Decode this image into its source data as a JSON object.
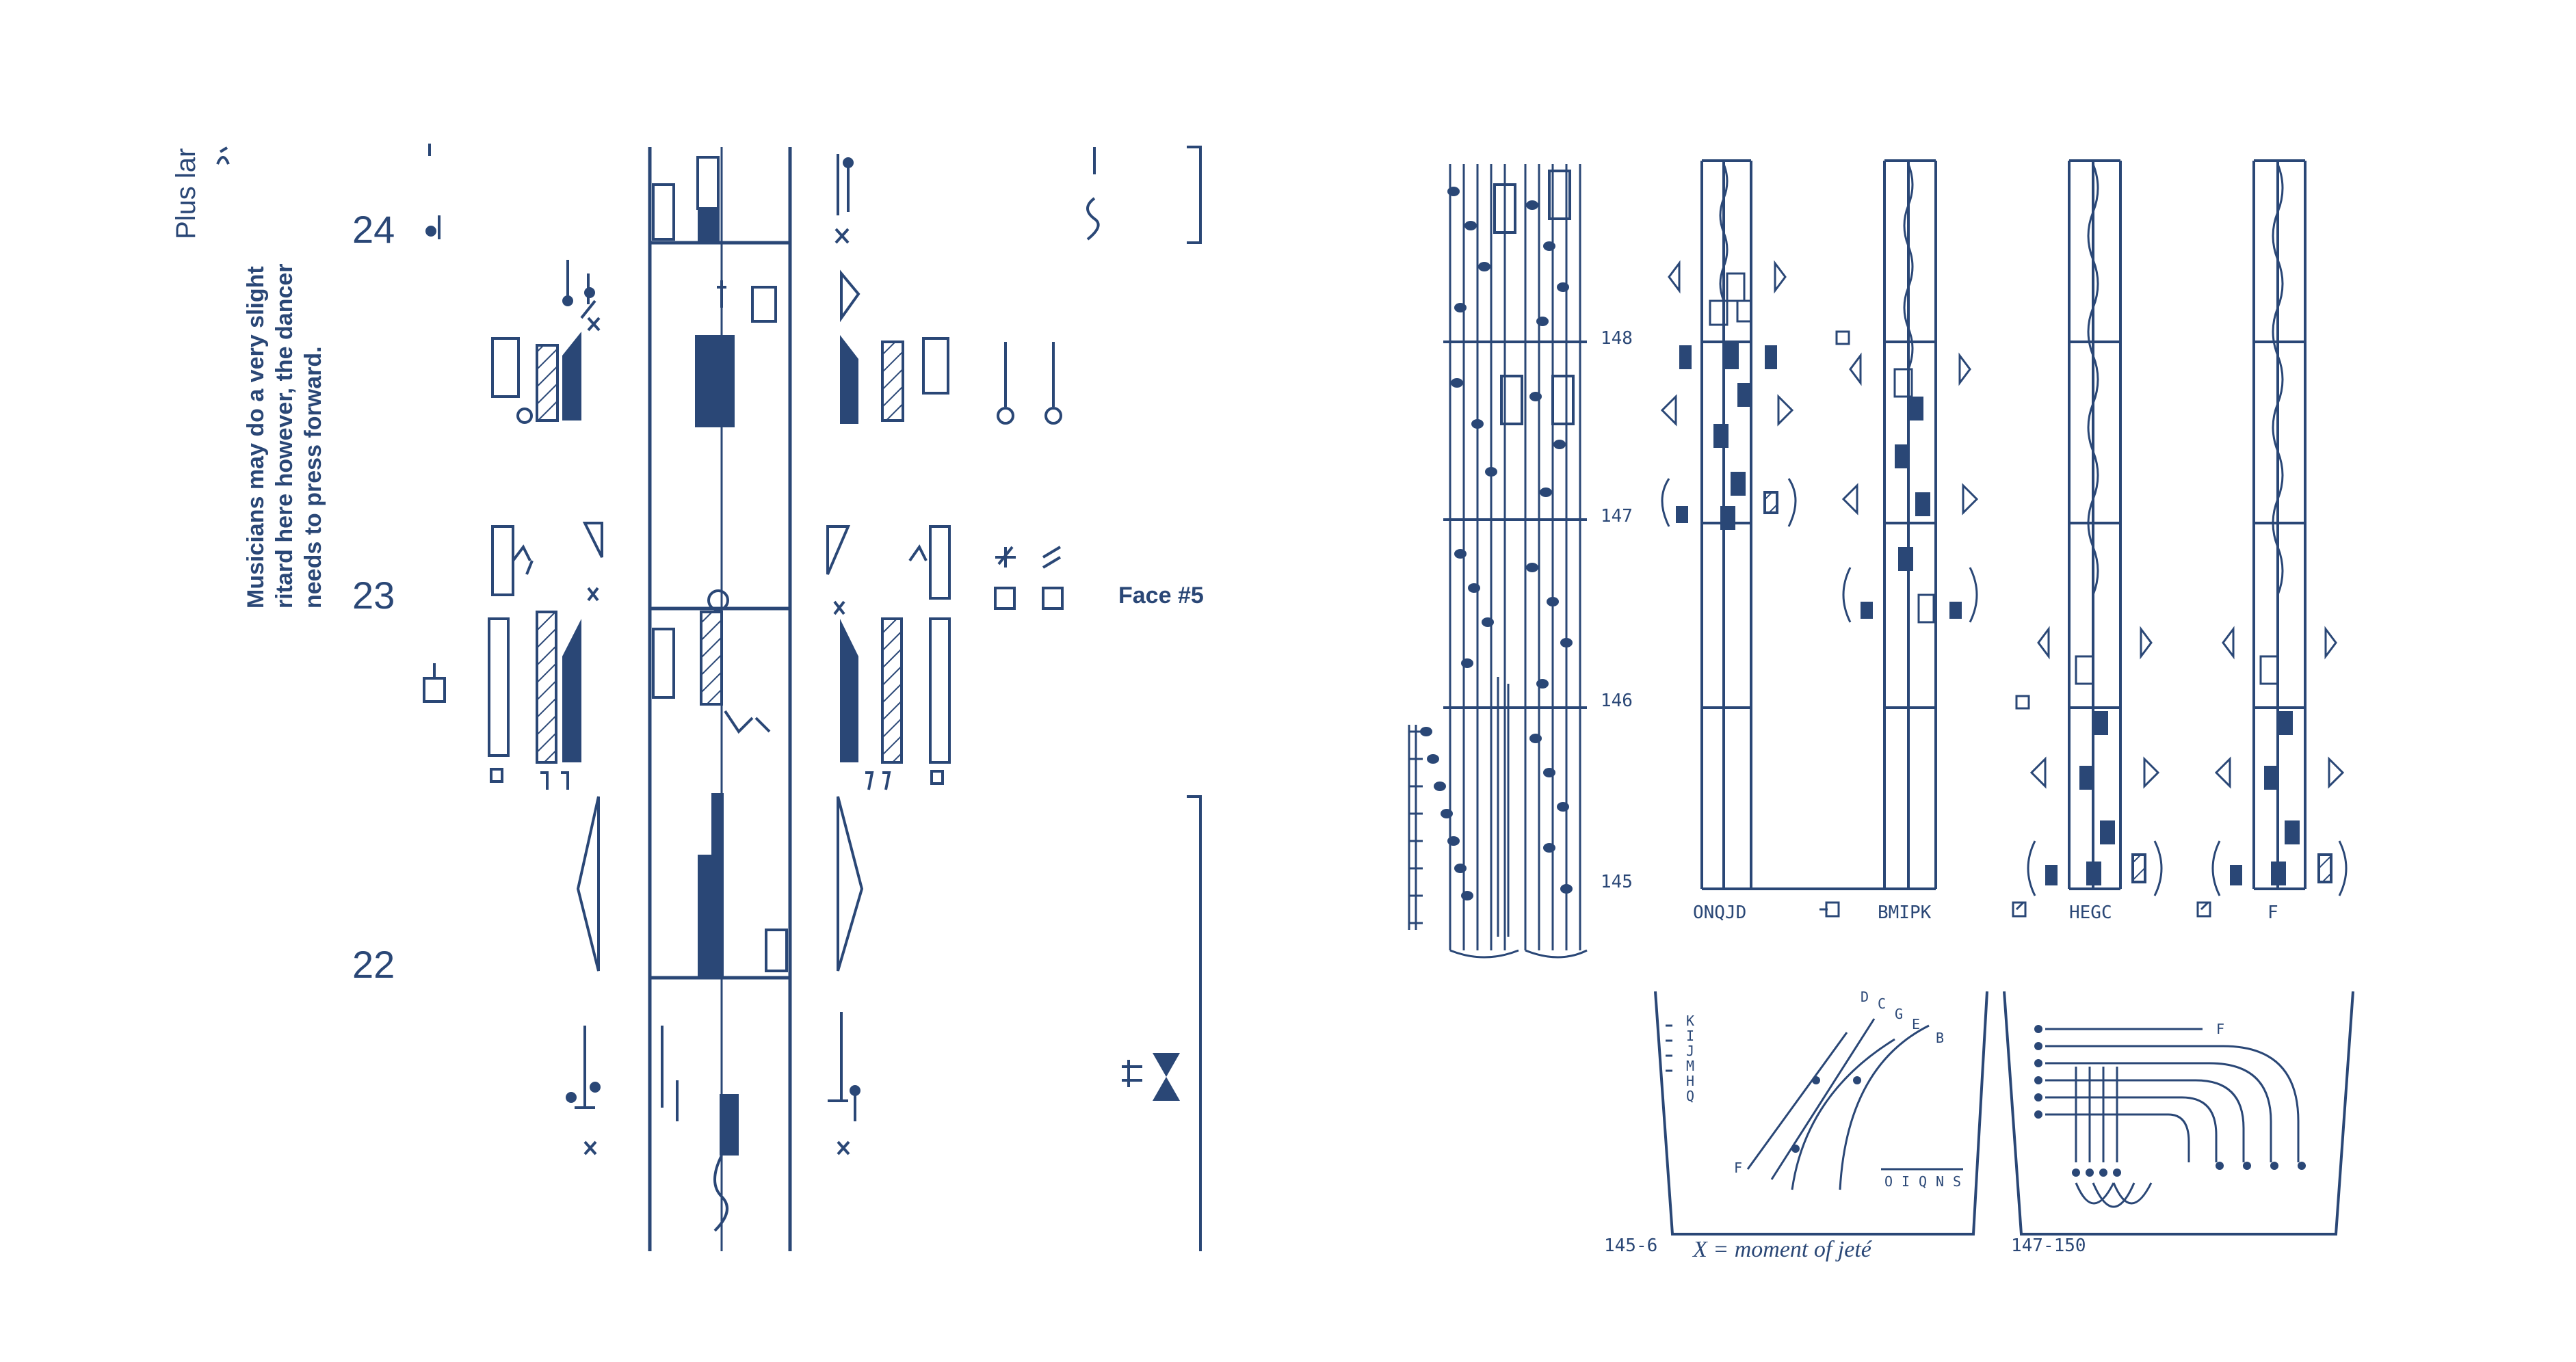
{
  "left_panel": {
    "header_text": "Plus lar",
    "note": {
      "line1": "Musicians may do a very slight",
      "line2": "ritard here however, the dancer",
      "line3": "needs to press forward."
    },
    "measure_numbers": [
      "24",
      "23",
      "22"
    ],
    "face_label": "Face #5"
  },
  "right_panel": {
    "measure_numbers": [
      "148",
      "147",
      "146",
      "145"
    ],
    "column_labels": [
      "ONQJD",
      "BMIPK",
      "HEGC",
      "F"
    ],
    "bottom_left_range": "145-6",
    "caption": "X = moment of jeté",
    "bottom_right_range": "147-150",
    "path_letters": {
      "left_column": [
        "K",
        "I",
        "J",
        "M",
        "H",
        "Q"
      ],
      "fan": [
        "D",
        "C",
        "G",
        "E",
        "B"
      ],
      "start": "F",
      "bottom_row": [
        "O",
        "I",
        "Q",
        "N",
        "S"
      ],
      "right_start": "F"
    }
  },
  "colors": {
    "ink": "#2a4776",
    "paper": "#ffffff"
  }
}
